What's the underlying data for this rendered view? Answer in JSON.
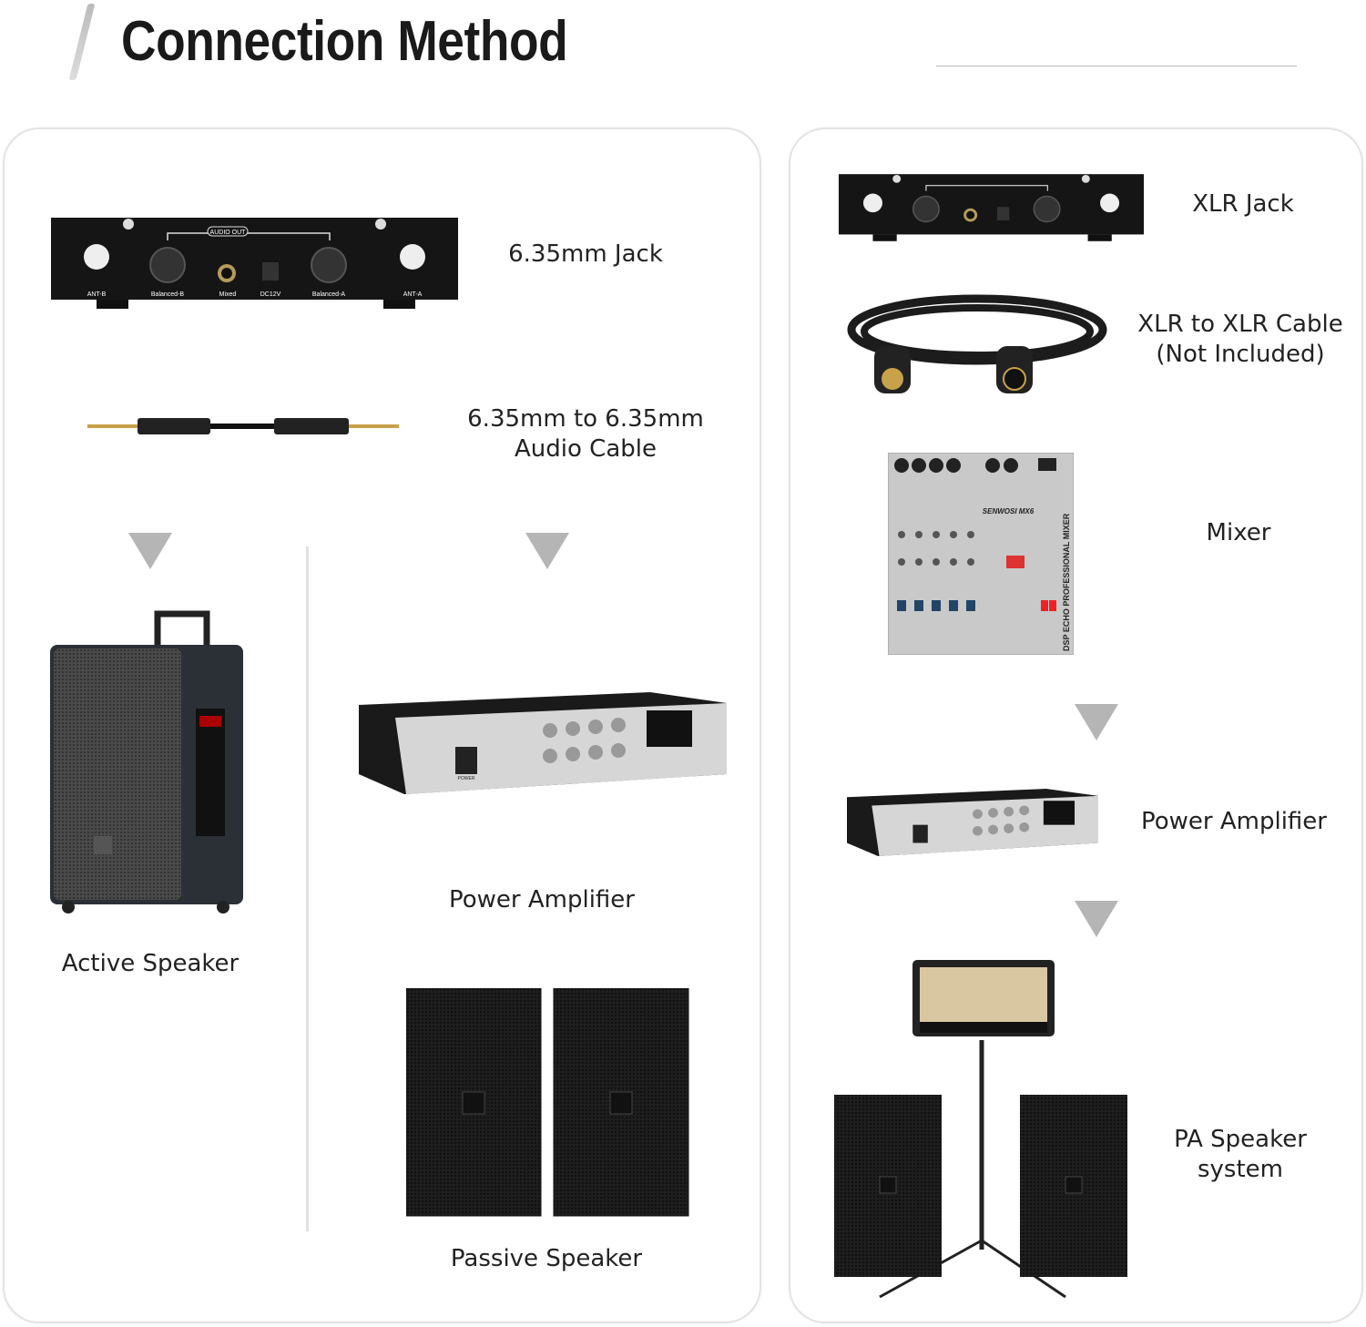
{
  "header": {
    "title": "Connection Method"
  },
  "receiver": {
    "audio_out": "AUDIO OUT",
    "ports": [
      "ANT-B",
      "Balanced-B",
      "Mixed",
      "DC12V",
      "Balanced-A",
      "ANT-A"
    ]
  },
  "left_panel": {
    "jack_label": "6.35mm Jack",
    "cable_label_line1": "6.35mm to 6.35mm",
    "cable_label_line2": "Audio Cable",
    "active_speaker_label": "Active Speaker",
    "power_amplifier_label": "Power Amplifier",
    "passive_speaker_label": "Passive Speaker"
  },
  "right_panel": {
    "jack_label": "XLR Jack",
    "cable_label_line1": "XLR to XLR Cable",
    "cable_label_line2": "(Not Included)",
    "mixer_label": "Mixer",
    "mixer_brand": "SENWOSI MX6",
    "mixer_side_text": "DSP ECHO PROFESSIONAL MIXER",
    "power_amplifier_label": "Power Amplifier",
    "pa_label_line1": "PA Speaker",
    "pa_label_line2": "system"
  },
  "amplifier": {
    "power_label": "POWER"
  },
  "colors": {
    "arrow": "#b5b5b5",
    "panel_border": "#e3e3e3",
    "device": "#151515"
  }
}
